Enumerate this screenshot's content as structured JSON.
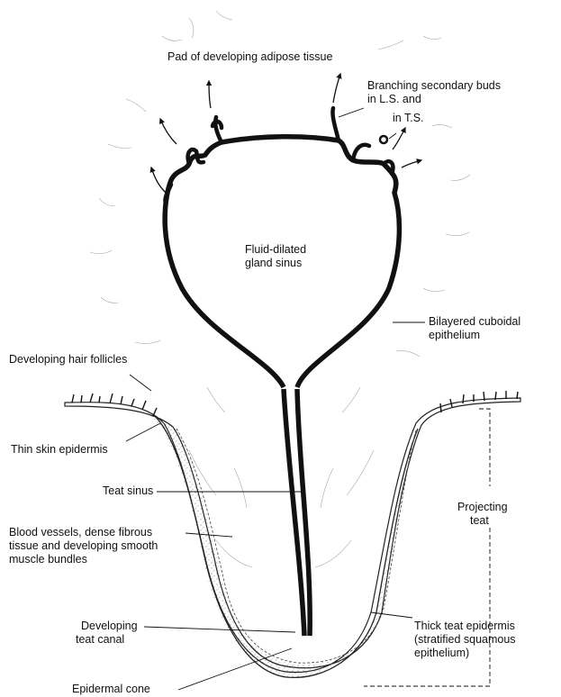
{
  "labels": {
    "adipose_pad": "Pad of developing adipose tissue",
    "branching_buds_line1": "Branching secondary buds",
    "branching_buds_line2": "in L.S. and",
    "in_ts": "in T.S.",
    "gland_sinus_line1": "Fluid-dilated",
    "gland_sinus_line2": "gland sinus",
    "bilayered_line1": "Bilayered cuboidal",
    "bilayered_line2": "epithelium",
    "hair_follicles": "Developing hair follicles",
    "thin_skin": "Thin skin epidermis",
    "teat_sinus": "Teat sinus",
    "blood_vessels_line1": "Blood vessels, dense fibrous",
    "blood_vessels_line2": "tissue and developing smooth",
    "blood_vessels_line3": "muscle bundles",
    "projecting_teat_line1": "Projecting",
    "projecting_teat_line2": "teat",
    "teat_canal_line1": "Developing",
    "teat_canal_line2": "teat canal",
    "thick_epidermis_line1": "Thick teat epidermis",
    "thick_epidermis_line2": "(stratified squamous",
    "thick_epidermis_line3": "epithelium)",
    "epidermal_cone": "Epidermal cone"
  },
  "colors": {
    "ink": "#111111",
    "background": "#ffffff",
    "stipple": "#555555"
  }
}
